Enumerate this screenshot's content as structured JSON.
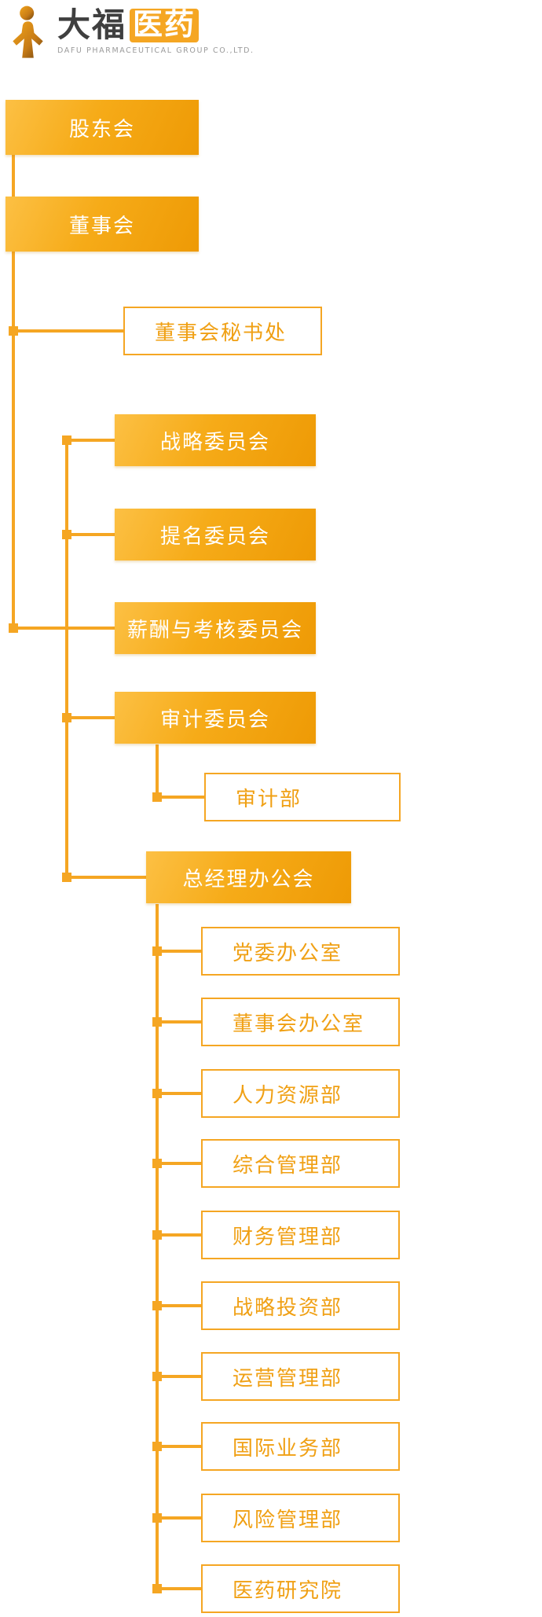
{
  "logo": {
    "icon": "person-figure-icon",
    "name_primary": "大福",
    "name_accent": "医药",
    "subtitle": "DAFU PHARMACEUTICAL GROUP CO.,LTD."
  },
  "org_chart": {
    "nodes": {
      "shareholders": {
        "label": "股东会",
        "style": "filled",
        "parent": null
      },
      "board": {
        "label": "董事会",
        "style": "filled",
        "parent": "shareholders"
      },
      "board_secretariat": {
        "label": "董事会秘书处",
        "style": "outlined",
        "parent": "board"
      },
      "strategy_committee": {
        "label": "战略委员会",
        "style": "filled",
        "parent": "board"
      },
      "nomination_committee": {
        "label": "提名委员会",
        "style": "filled",
        "parent": "board"
      },
      "remuneration_committee": {
        "label": "薪酬与考核委员会",
        "style": "filled",
        "parent": "board"
      },
      "audit_committee": {
        "label": "审计委员会",
        "style": "filled",
        "parent": "board"
      },
      "audit_department": {
        "label": "审计部",
        "style": "outlined",
        "parent": "audit_committee"
      },
      "gm_office": {
        "label": "总经理办公会",
        "style": "filled",
        "parent": "board"
      },
      "party_committee_office": {
        "label": "党委办公室",
        "style": "outlined",
        "parent": "gm_office"
      },
      "board_office": {
        "label": "董事会办公室",
        "style": "outlined",
        "parent": "gm_office"
      },
      "human_resources": {
        "label": "人力资源部",
        "style": "outlined",
        "parent": "gm_office"
      },
      "general_management": {
        "label": "综合管理部",
        "style": "outlined",
        "parent": "gm_office"
      },
      "financial_management": {
        "label": "财务管理部",
        "style": "outlined",
        "parent": "gm_office"
      },
      "strategic_investment": {
        "label": "战略投资部",
        "style": "outlined",
        "parent": "gm_office"
      },
      "operations_management": {
        "label": "运营管理部",
        "style": "outlined",
        "parent": "gm_office"
      },
      "international_business": {
        "label": "国际业务部",
        "style": "outlined",
        "parent": "gm_office"
      },
      "risk_management": {
        "label": "风险管理部",
        "style": "outlined",
        "parent": "gm_office"
      },
      "pharma_research_institute": {
        "label": "医药研究院",
        "style": "outlined",
        "parent": "gm_office"
      }
    }
  },
  "colors": {
    "accent": "#F5A623",
    "filled_gradient_start": "#FCC044",
    "filled_gradient_end": "#EE9A05",
    "filled_text": "#FFFFFF",
    "outlined_text": "#F0A014",
    "logo_text": "#3F3F3F",
    "logo_subtitle": "#9A9A9A"
  }
}
